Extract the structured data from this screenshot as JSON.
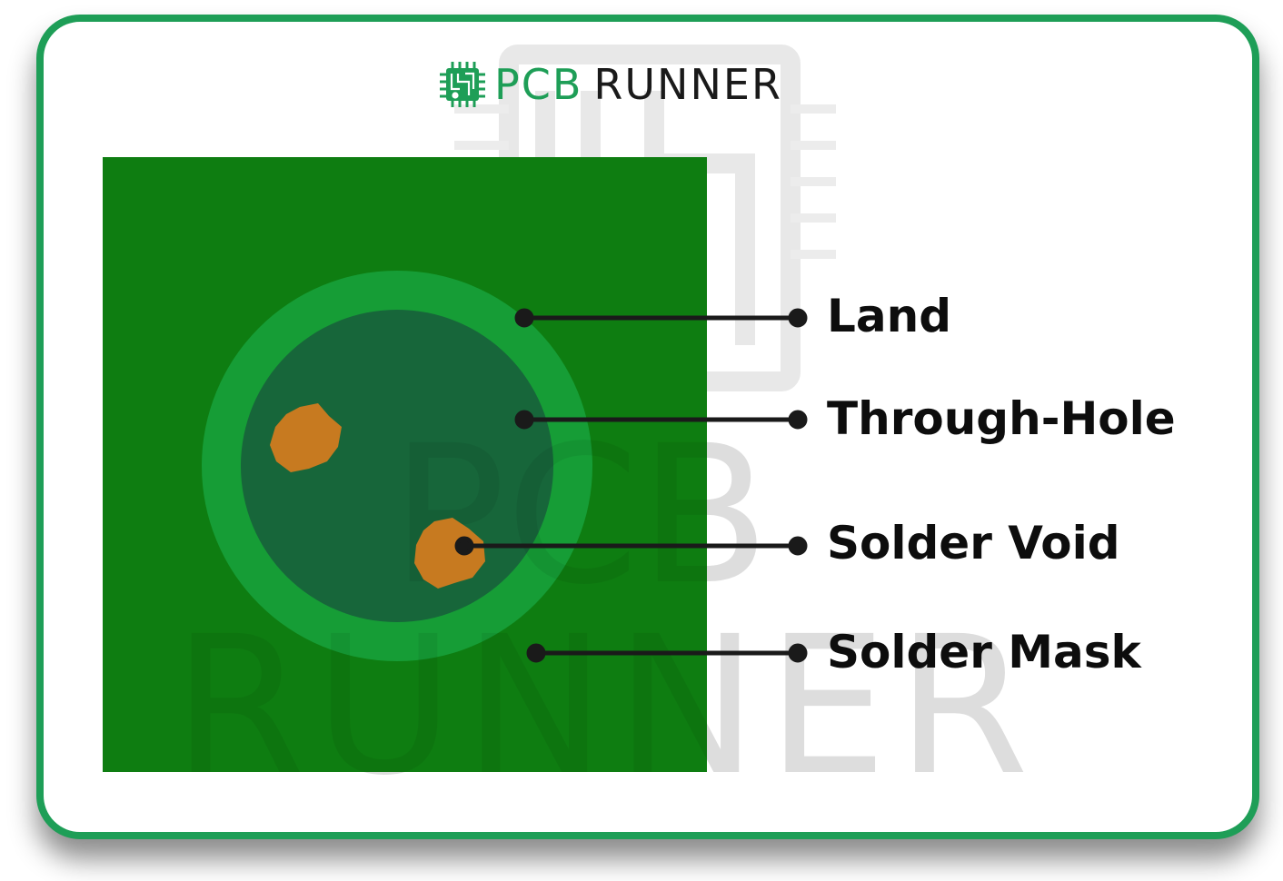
{
  "brand": {
    "name_part1": "PCB",
    "name_part2": "RUNNER",
    "icon": "circuit-chip-icon",
    "primary_color": "#1e9e57",
    "dark_color": "#1a1a1a"
  },
  "diagram": {
    "colors": {
      "solder_mask": "#067909",
      "land": "#169d36",
      "through_hole": "#17663a",
      "solder_void": "#c77a20",
      "leader_line": "#1a1a1a"
    },
    "labels": [
      {
        "id": "land",
        "text": "Land"
      },
      {
        "id": "through_hole",
        "text": "Through-Hole"
      },
      {
        "id": "solder_void",
        "text": "Solder Void"
      },
      {
        "id": "solder_mask",
        "text": "Solder Mask"
      }
    ]
  }
}
